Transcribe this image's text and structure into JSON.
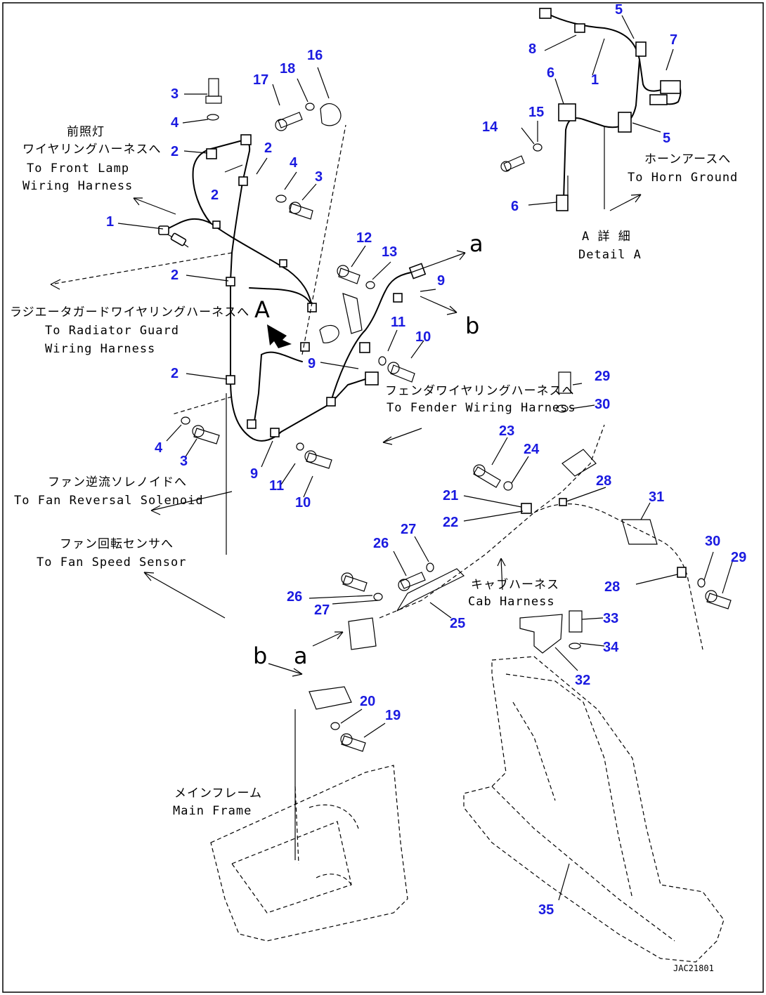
{
  "callouts": [
    "1",
    "2",
    "3",
    "4",
    "5",
    "6",
    "7",
    "8",
    "9",
    "10",
    "11",
    "12",
    "13",
    "14",
    "15",
    "16",
    "17",
    "18",
    "19",
    "20",
    "21",
    "22",
    "23",
    "24",
    "25",
    "26",
    "27",
    "28",
    "29",
    "30",
    "31",
    "32",
    "33",
    "34",
    "35"
  ],
  "letters": {
    "A": "A",
    "a": "a",
    "b": "b"
  },
  "labels": {
    "front_lamp_jp": "前照灯",
    "front_lamp_jp2": "ワイヤリングハーネスへ",
    "front_lamp_en1": "To Front Lamp",
    "front_lamp_en2": "Wiring Harness",
    "radiator_jp": "ラジエータガードワイヤリングハーネスへ",
    "radiator_en1": "To Radiator Guard",
    "radiator_en2": "Wiring Harness",
    "fender_jp": "フェンダワイヤリングハーネスへ",
    "fender_en": "To Fender Wiring Harness",
    "fan_rev_jp": "ファン逆流ソレノイドへ",
    "fan_rev_en": "To Fan Reversal Solenoid",
    "fan_speed_jp": "ファン回転センサへ",
    "fan_speed_en": "To Fan Speed Sensor",
    "horn_jp": "ホーンアースへ",
    "horn_en": "To Horn Ground",
    "detail_jp": "A 詳 細",
    "detail_en": "Detail A",
    "cab_jp": "キャブハーネス",
    "cab_en": "Cab Harness",
    "main_frame_jp": "メインフレーム",
    "main_frame_en": "Main Frame",
    "drawing_code": "JAC21801"
  }
}
